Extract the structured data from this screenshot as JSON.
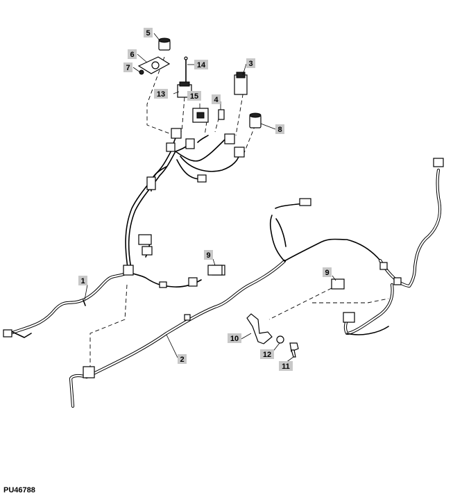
{
  "drawing_number": "PU46788",
  "callouts": [
    "1",
    "2",
    "3",
    "4",
    "5",
    "6",
    "7",
    "8",
    "9",
    "9",
    "10",
    "11",
    "12",
    "13",
    "14",
    "15"
  ]
}
